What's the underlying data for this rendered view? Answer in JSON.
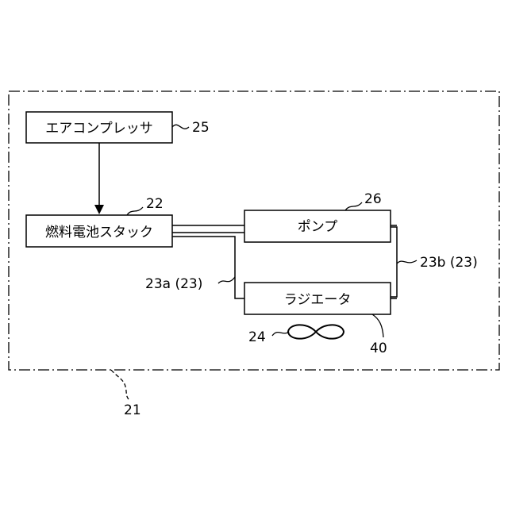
{
  "blocks": {
    "air_compressor": "エアコンプレッサ",
    "fuel_cell_stack": "燃料電池スタック",
    "pump": "ポンプ",
    "radiator": "ラジエータ"
  },
  "reference_numerals": {
    "air_compressor": "25",
    "fuel_cell_stack": "22",
    "pump": "26",
    "radiator": "40",
    "fan": "24",
    "pipe_a": "23a (23)",
    "pipe_b": "23b (23)",
    "system": "21"
  }
}
